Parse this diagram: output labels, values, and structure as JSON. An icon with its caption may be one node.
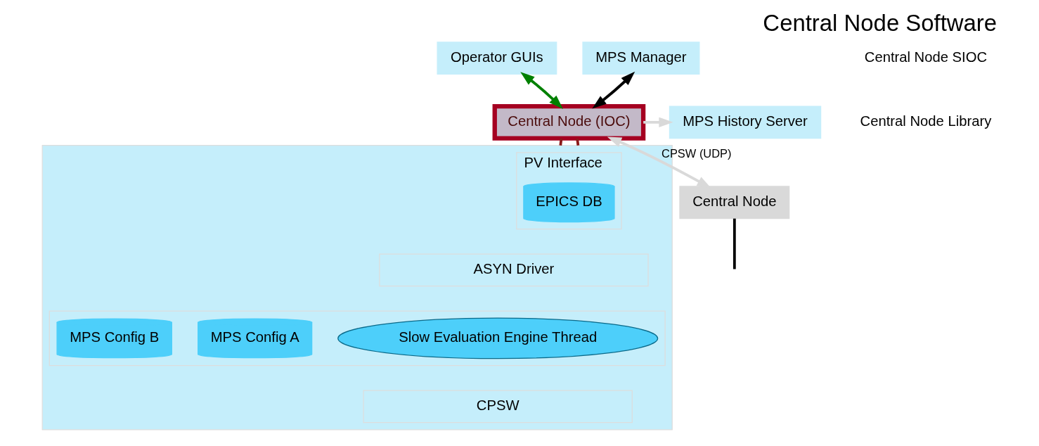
{
  "diagram": {
    "title": "Central Node Software",
    "nodes": [
      {
        "text": [
          "Operator GUIs"
        ]
      },
      {
        "text": [
          "MPS Manager"
        ]
      },
      {
        "text": [
          "MPS History Server"
        ]
      },
      {
        "text": [
          "Central Node (IOC)"
        ]
      },
      {
        "text": [
          "Central Node"
        ]
      },
      {
        "text": [],
        "shape": "box"
      },
      {
        "text": [
          "PV Interface"
        ],
        "in": 5
      },
      {
        "text": [
          "EPICS DB"
        ],
        "in": 6
      },
      {
        "text": [
          "ASYN Driver"
        ],
        "in": 5
      },
      {
        "text": [],
        "shape": "box",
        "in": 5
      },
      {
        "text": [
          "Slow Evaluation Engine Thread"
        ],
        "in": 9
      },
      {
        "text": [
          "MPS Config A"
        ],
        "in": 9
      },
      {
        "text": [
          "MPS Config B"
        ],
        "in": 9
      },
      {
        "text": [
          "CPSW"
        ],
        "in": 5
      }
    ],
    "edges": [
      {
        "from": 3,
        "to": 0,
        "arrow": "both",
        "color": "#008000"
      },
      {
        "from": 3,
        "to": 1,
        "arrow": "both",
        "color": "#000000"
      },
      {
        "from": 3,
        "to": 2,
        "arrow": "to",
        "color": "#d9d9d9"
      },
      {
        "from": 3,
        "to": 4,
        "arrow": "both",
        "label": "CPSW (UDP)",
        "color": "#d9d9d9"
      },
      {
        "from": 3,
        "to": 5,
        "arrow": "none",
        "color": "#8b1a1a"
      },
      {
        "from": 3,
        "to": 5,
        "arrow": "none",
        "color": "#8b1a1a"
      },
      {
        "from": 4,
        "to": null,
        "arrow": "none",
        "color": "#000000"
      }
    ],
    "labels": [
      "Central Node SIOC",
      "Central Node Library"
    ]
  }
}
